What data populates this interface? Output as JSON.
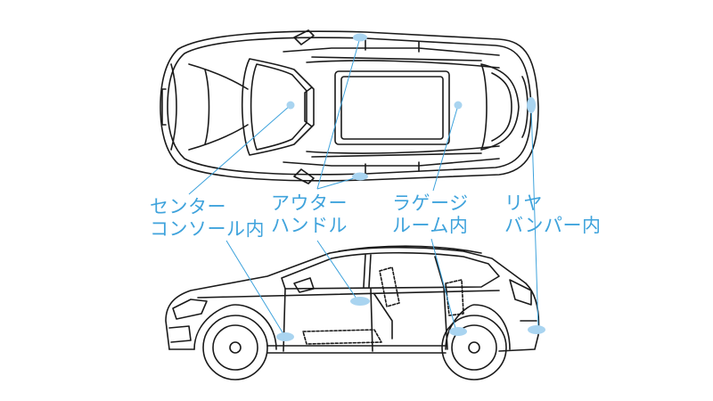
{
  "labels": {
    "center_console": {
      "line1": "センター",
      "line2": "コンソール内"
    },
    "outer_handle": {
      "line1": "アウター",
      "line2": "ハンドル"
    },
    "luggage_room": {
      "line1": "ラゲージ",
      "line2": "ルーム内"
    },
    "rear_bumper": {
      "line1": "リヤ",
      "line2": "バンパー内"
    }
  },
  "colors": {
    "accent": "#3fa3dc",
    "marker_fill": "#a9d4f0",
    "line_art": "#1a1a1a"
  }
}
